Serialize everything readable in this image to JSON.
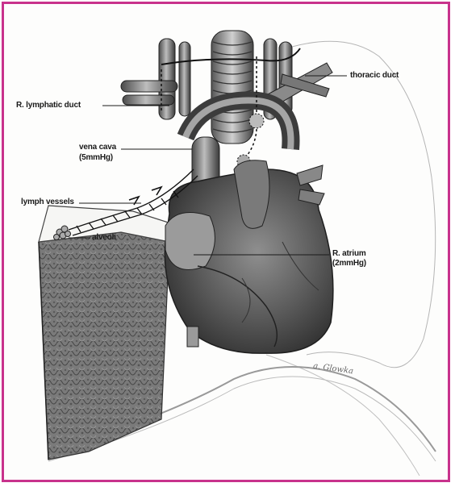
{
  "labels": {
    "thoracic_duct": "thoracic duct",
    "r_lymphatic_duct": "R. lymphatic duct",
    "vena_cava": "vena cava",
    "vena_cava_pressure": "(5mmHg)",
    "lymph_vessels": "lymph vessels",
    "alveoli": "alveoli",
    "r_atrium": "R. atrium",
    "r_atrium_pressure": "(2mmHg)"
  },
  "signature": "a. Glowka",
  "colors": {
    "frame": "#c8328c",
    "ink": "#1a1a1a",
    "heart_dark": "#3a3a3a",
    "lung_tissue": "#6b6b6b"
  }
}
